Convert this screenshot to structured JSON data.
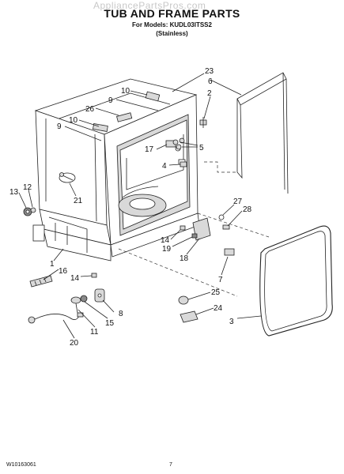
{
  "header": {
    "watermark": "AppliancePartsPros.com",
    "title": "TUB AND FRAME PARTS",
    "models_line": "For Models: KUDL03ITSS2",
    "finish": "(Stainless)"
  },
  "callouts": [
    "1",
    "2",
    "3",
    "4",
    "5",
    "6",
    "7",
    "8",
    "9",
    "9",
    "10",
    "10",
    "11",
    "12",
    "13",
    "14",
    "14",
    "15",
    "16",
    "17",
    "18",
    "19",
    "20",
    "21",
    "23",
    "24",
    "25",
    "26",
    "27",
    "28"
  ],
  "footer": {
    "part_number": "W10163061",
    "page": "7"
  }
}
